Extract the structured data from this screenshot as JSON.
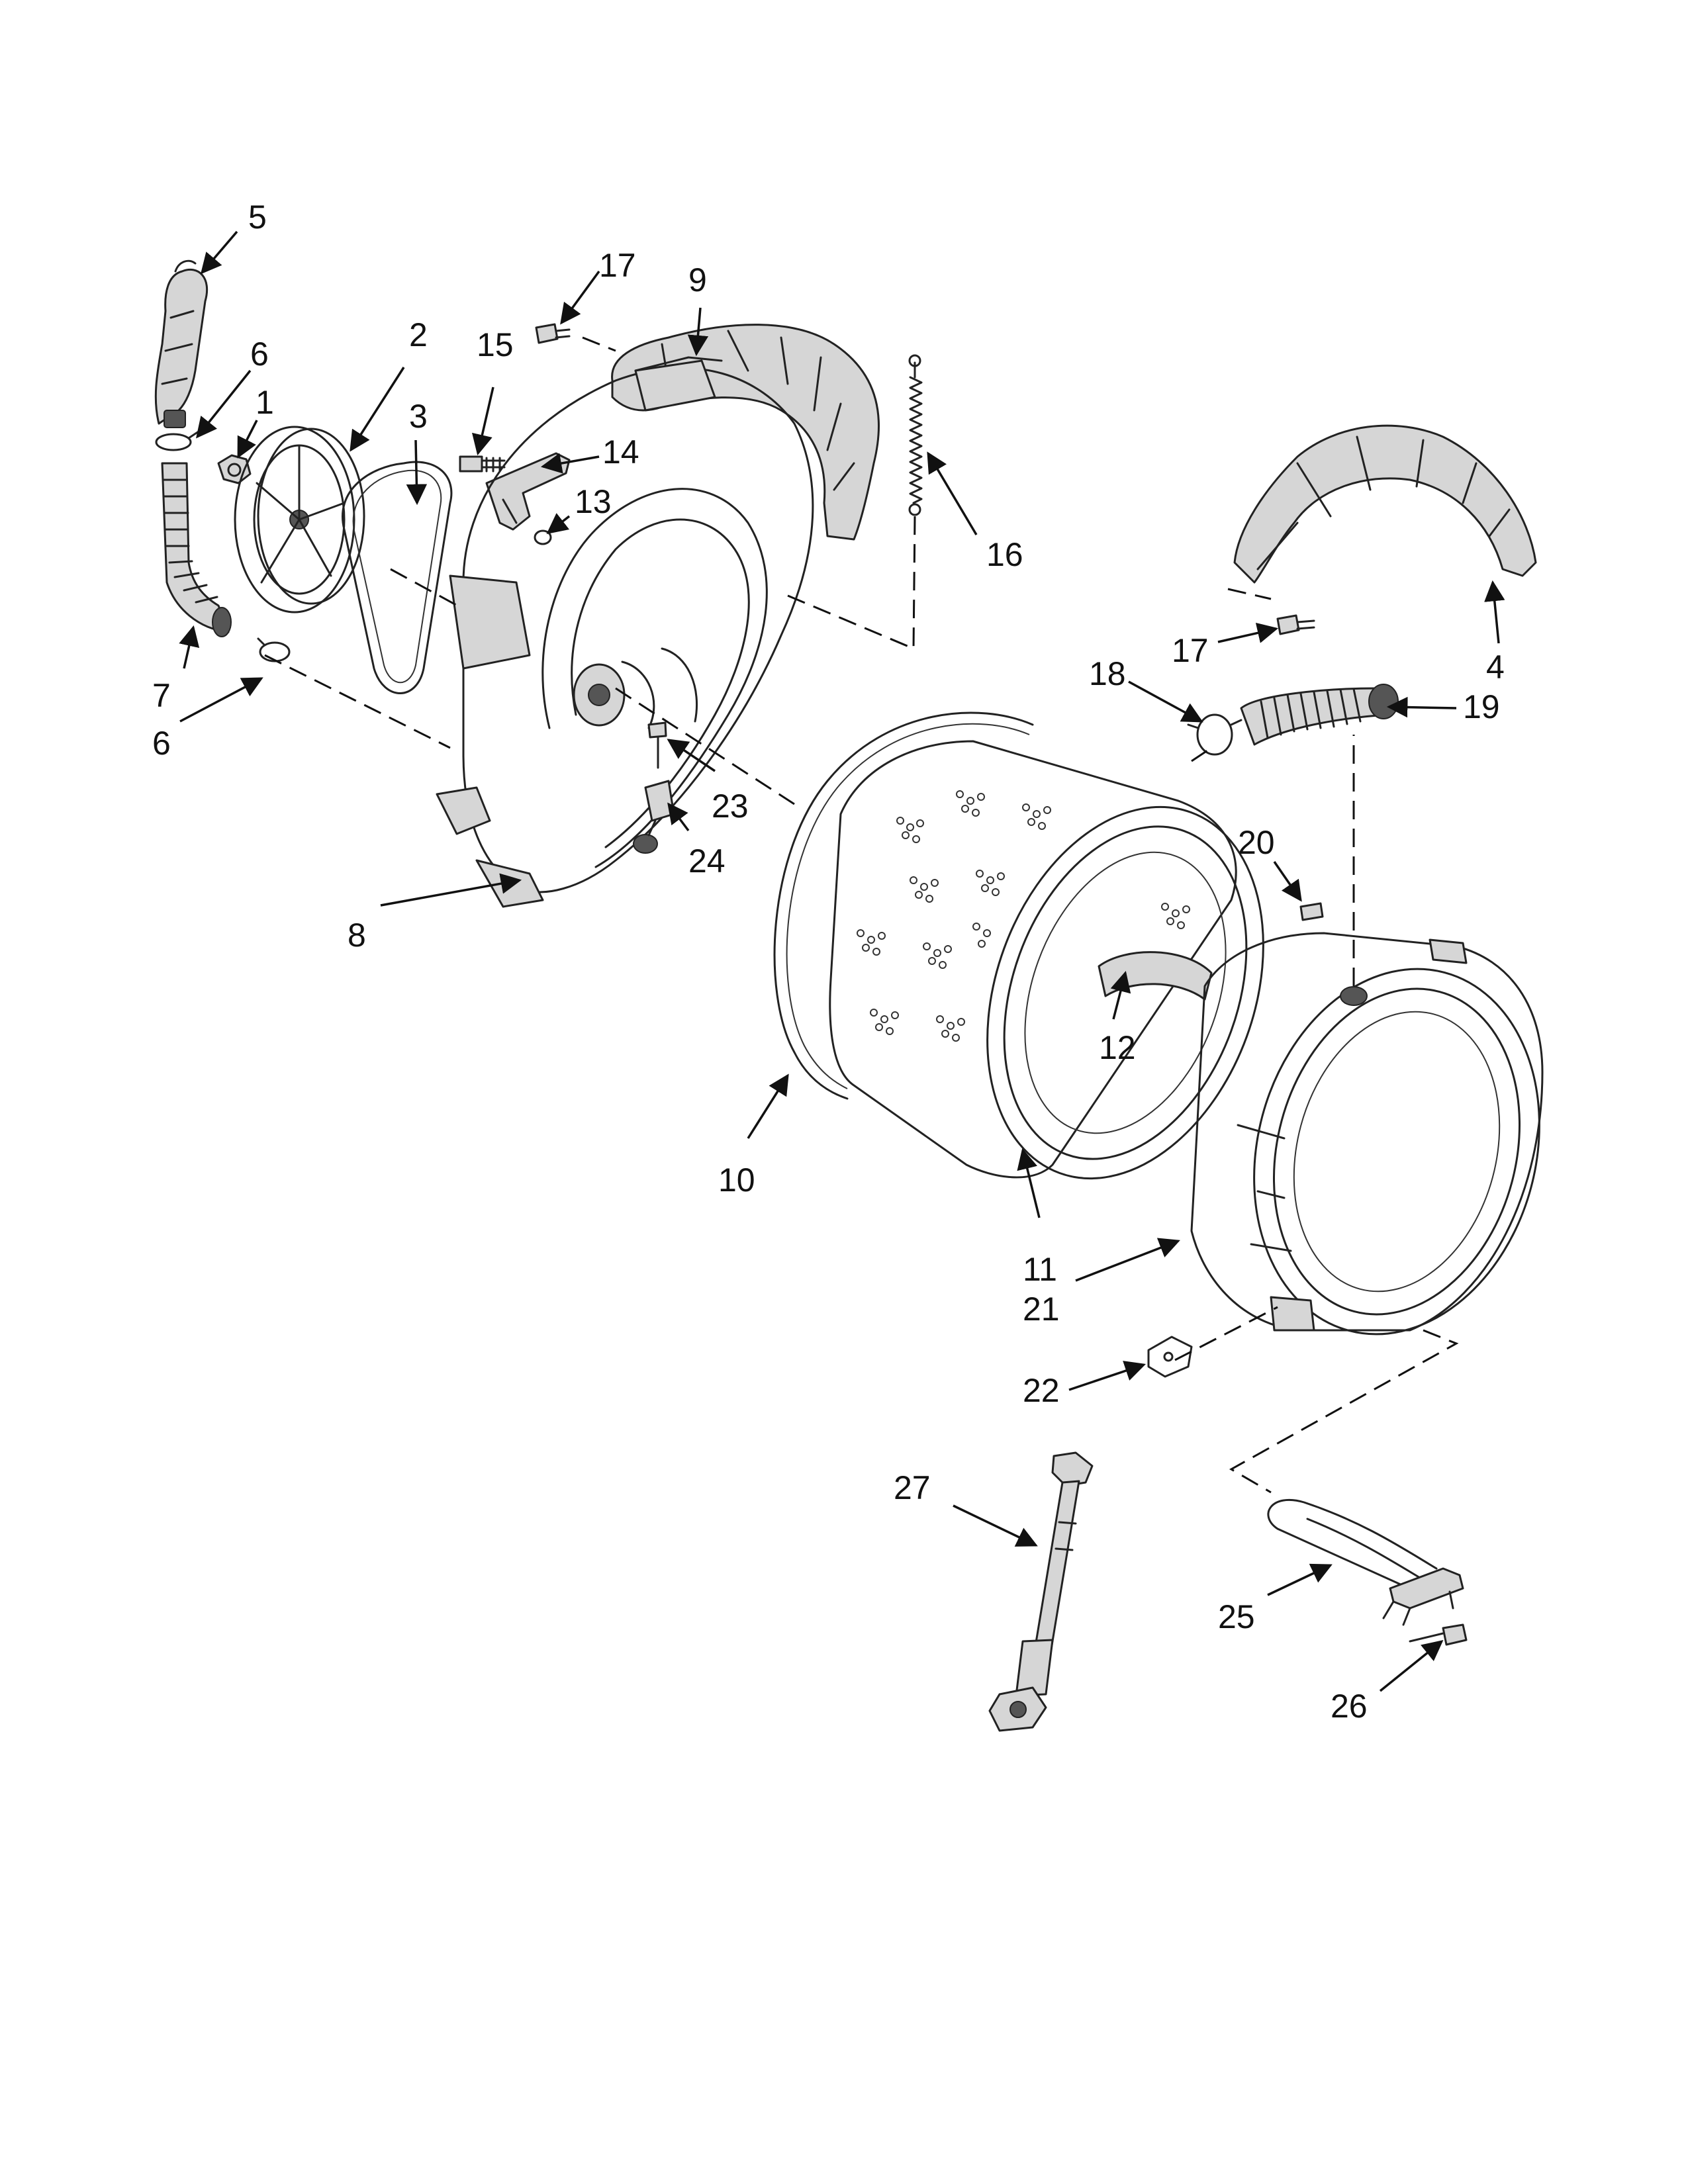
{
  "colors": {
    "line": "#111111",
    "paper": "#ffffff",
    "shade": "#d6d6d6"
  },
  "labels": {
    "n1": "1",
    "n2": "2",
    "n3": "3",
    "n4": "4",
    "n5": "5",
    "n6a": "6",
    "n6b": "6",
    "n7": "7",
    "n8": "8",
    "n9": "9",
    "n10": "10",
    "n11a": "11",
    "n11b": "11",
    "n12": "12",
    "n13": "13",
    "n14": "14",
    "n15": "15",
    "n16": "16",
    "n17a": "17",
    "n17b": "17",
    "n18": "18",
    "n19": "19",
    "n20": "20",
    "n21": "21",
    "n22": "22",
    "n23": "23",
    "n24": "24",
    "n25": "25",
    "n26": "26",
    "n27": "27"
  }
}
